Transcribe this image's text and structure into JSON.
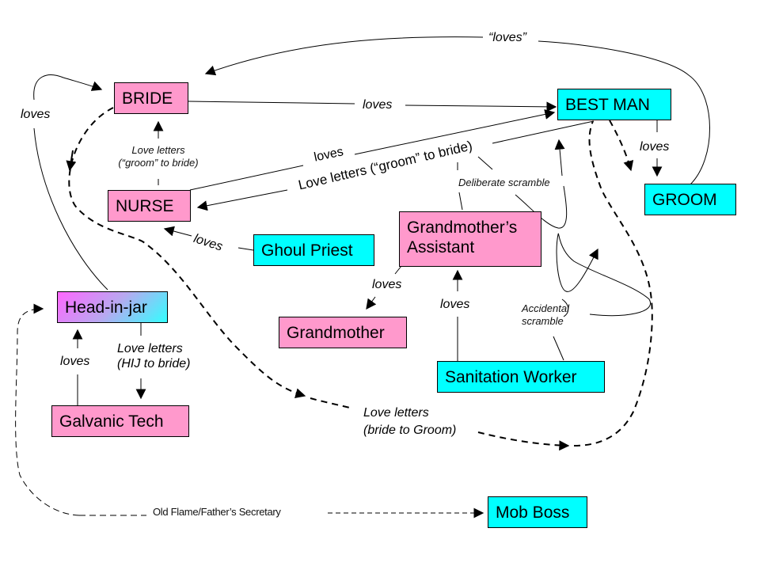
{
  "diagram": {
    "title": "",
    "nodes": {
      "bride": {
        "label": "BRIDE",
        "color": "#ff99cc"
      },
      "best_man": {
        "label": "BEST MAN",
        "color": "#00ffff"
      },
      "groom": {
        "label": "GROOM",
        "color": "#00ffff"
      },
      "nurse": {
        "label": "NURSE",
        "color": "#ff99cc"
      },
      "ghoul_priest": {
        "label": "Ghoul Priest",
        "color": "#00ffff"
      },
      "grandmothers_assistant": {
        "line1": "Grandmother’s",
        "line2": "Assistant",
        "color": "#ff99cc"
      },
      "head_in_jar": {
        "label": "Head-in-jar",
        "color": "gradient magenta-to-cyan"
      },
      "grandmother": {
        "label": "Grandmother",
        "color": "#ff99cc"
      },
      "sanitation_worker": {
        "label": "Sanitation Worker",
        "color": "#00ffff"
      },
      "galvanic_tech": {
        "label": "Galvanic Tech",
        "color": "#ff99cc"
      },
      "mob_boss": {
        "label": "Mob Boss",
        "color": "#00ffff"
      }
    },
    "edges": {
      "groom_to_bride": "“loves”",
      "bride_to_best_man": "loves",
      "head_in_jar_to_bride": "loves",
      "nurse_to_bride_line1": "Love letters",
      "nurse_to_bride_line2": "(“groom” to bride)",
      "nurse_to_best_man": "loves",
      "best_man_to_nurse": "Love letters (“groom” to bride)",
      "deliberate_scramble": "Deliberate scramble",
      "best_man_to_groom": "loves",
      "ghoul_priest_to_nurse": "loves",
      "assistant_to_grandmother": "loves",
      "sanitation_to_assistant": "loves",
      "accidental_scramble_line1": "Accidental",
      "accidental_scramble_line2": "scramble",
      "galvanic_to_head": "loves",
      "head_letters_line1": "Love letters",
      "head_letters_line2": "(HIJ to bride)",
      "bride_letters_line1": "Love letters",
      "bride_letters_line2": "(bride to Groom)",
      "old_flame": "Old Flame/Father’s Secretary"
    }
  }
}
